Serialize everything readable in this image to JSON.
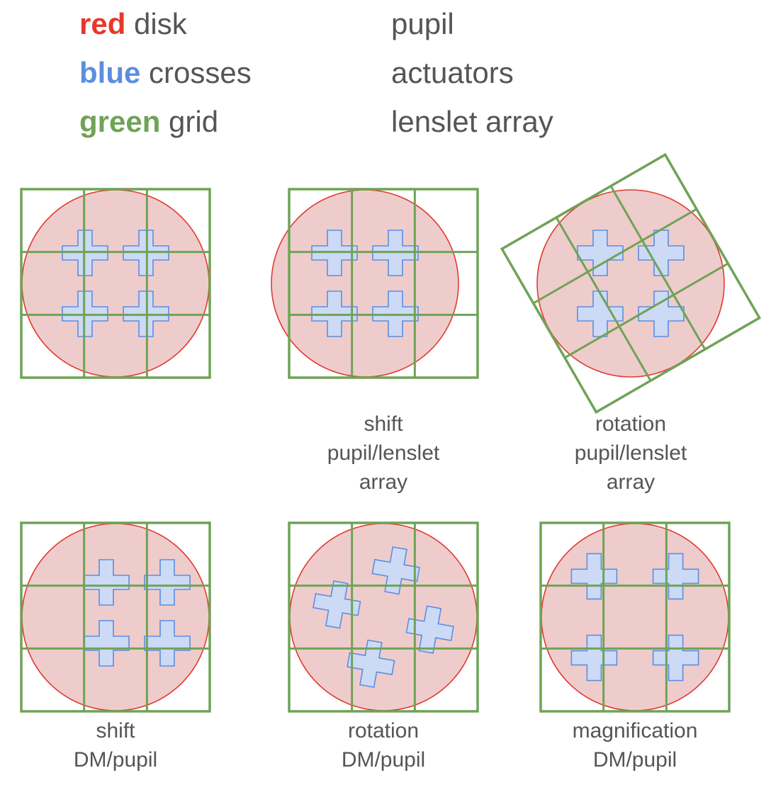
{
  "legend": [
    {
      "keyword": "red",
      "keyword_color": "#e8372c",
      "shape": "disk",
      "meaning": "pupil"
    },
    {
      "keyword": "blue",
      "keyword_color": "#5b8ee0",
      "shape": "crosses",
      "meaning": "actuators"
    },
    {
      "keyword": "green",
      "keyword_color": "#6fa356",
      "shape": "grid",
      "meaning": "lenslet array"
    }
  ],
  "colors": {
    "pupil_fill": "#efcccc",
    "pupil_stroke": "#e03a2e",
    "actuator_fill": "#ccdaf6",
    "actuator_stroke": "#5b8ee0",
    "grid_stroke": "#6fa356",
    "text": "#555555"
  },
  "panels": [
    {
      "id": "reference",
      "caption": [],
      "pupil_offset": [
        0,
        0
      ],
      "grid": {
        "rotation_deg": 0,
        "offset": [
          0,
          0
        ]
      },
      "actuators": {
        "offset": [
          0,
          0
        ],
        "rotation_deg": 0,
        "magnification": 1
      }
    },
    {
      "id": "shift-pupil-lenslet",
      "caption": [
        "shift",
        "pupil/lenslet",
        "array"
      ],
      "pupil_offset": [
        -26,
        0
      ],
      "grid": {
        "rotation_deg": 0,
        "offset": [
          0,
          0
        ]
      },
      "actuators": {
        "offset": [
          -26,
          0
        ],
        "rotation_deg": 0,
        "magnification": 1
      }
    },
    {
      "id": "rotation-pupil-lenslet",
      "caption": [
        "rotation",
        "pupil/lenslet",
        "array"
      ],
      "pupil_offset": [
        0,
        0
      ],
      "grid": {
        "rotation_deg": -30,
        "offset": [
          0,
          0
        ]
      },
      "actuators": {
        "offset": [
          0,
          0
        ],
        "rotation_deg": 0,
        "magnification": 1
      }
    },
    {
      "id": "shift-dm-pupil",
      "caption": [
        "shift",
        "DM/pupil"
      ],
      "pupil_offset": [
        0,
        0
      ],
      "grid": {
        "rotation_deg": 0,
        "offset": [
          0,
          0
        ]
      },
      "actuators": {
        "offset": [
          30,
          -6
        ],
        "rotation_deg": 0,
        "magnification": 1
      }
    },
    {
      "id": "rotation-dm-pupil",
      "caption": [
        "rotation",
        "DM/pupil"
      ],
      "pupil_offset": [
        0,
        0
      ],
      "grid": {
        "rotation_deg": 0,
        "offset": [
          0,
          0
        ]
      },
      "actuators": {
        "offset": [
          0,
          0
        ],
        "rotation_deg": 10,
        "magnification": 1.12,
        "set_rotation_deg": 60
      }
    },
    {
      "id": "magnification-dm-pupil",
      "caption": [
        "magnification",
        "DM/pupil"
      ],
      "pupil_offset": [
        0,
        0
      ],
      "grid": {
        "rotation_deg": 0,
        "offset": [
          0,
          0
        ]
      },
      "actuators": {
        "offset": [
          0,
          0
        ],
        "rotation_deg": 0,
        "magnification": 1.34
      }
    }
  ]
}
